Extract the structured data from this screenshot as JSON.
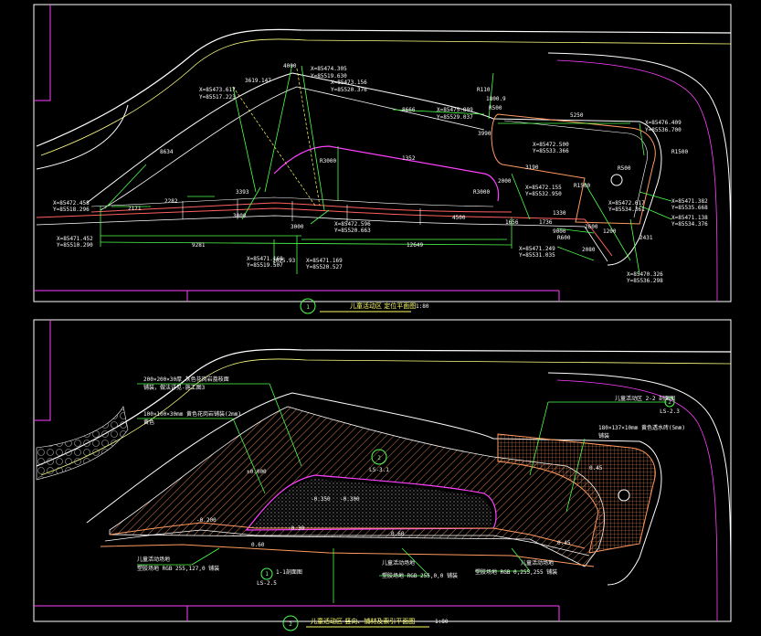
{
  "panel_top": {
    "number": "1",
    "title": "儿童活动区 定位平面图",
    "scale": "1:80",
    "coords": [
      "X=85474.305",
      "Y=85519.630",
      "X=85473.617",
      "Y=85517.223",
      "X=85473.156",
      "Y=85520.376",
      "X=85475.809",
      "Y=85529.037",
      "X=85476.409",
      "Y=85536.700",
      "X=85472.500",
      "Y=85533.366",
      "X=85472.155",
      "Y=85532.950",
      "X=85472.617",
      "Y=85534.361",
      "X=85471.382",
      "Y=85535.668",
      "X=85471.138",
      "Y=85534.376",
      "X=85472.458",
      "Y=85518.296",
      "X=85471.452",
      "Y=85510.290",
      "X=85472.596",
      "Y=85520.663",
      "X=85471.168",
      "Y=85519.507",
      "X=85471.169",
      "Y=85520.527",
      "X=85471.249",
      "Y=85531.035",
      "X=85470.326",
      "Y=85536.298"
    ],
    "dims": [
      "3619.147",
      "4000",
      "8666",
      "5250",
      "R110",
      "1800.9",
      "3990",
      "8634",
      "R3000",
      "1352",
      "2282",
      "2171",
      "3393",
      "2000",
      "4500",
      "1656",
      "1736",
      "9281",
      "12649",
      "3190",
      "R3000",
      "R1500",
      "2600",
      "R1500",
      "2080",
      "1200",
      "1330",
      "2431",
      "3000",
      "3000",
      "1025.93",
      "R500",
      "R600",
      "R500",
      "9000"
    ]
  },
  "panel_bottom": {
    "number": "2",
    "title": "儿童活动区 竖向、铺材及索引平面图",
    "scale": "1:80",
    "notes": [
      "200×200×30厚 灰色花岗岩荔枝面",
      "铺装，做法详见-施工图3",
      "100×100×30mm 黄色花岗岩铺装(2mm)",
      "黄色",
      "儿童活动区 2-2 剖面图",
      "180×137×10mm 黄色透水砖(5mm)",
      "铺装",
      "儿童活动场地",
      "塑胶场地 RGB 255,127,0 铺装",
      "儿童活动场地",
      "塑胶场地 RGB 255,0,0 铺装",
      "儿童活动场地",
      "塑胶场地 RGB 0,255,255 铺装",
      "1-1剖面图"
    ],
    "levels": [
      "±0.000",
      "-0.300",
      "-0.350",
      "0.45",
      "0.60",
      "-0.200",
      "-0.30",
      "0.60",
      "0.45"
    ],
    "tags": [
      "LS-3.1",
      "LS-2.3",
      "LS-2.5",
      "1",
      "2"
    ]
  }
}
